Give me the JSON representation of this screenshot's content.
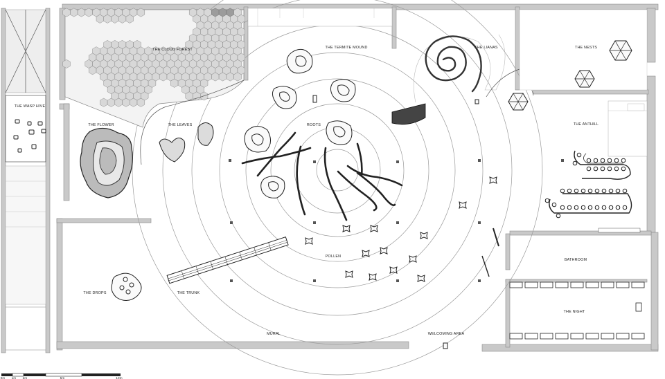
{
  "labels": {
    "wasp_hive": "THE WASP HIVE",
    "cloud_forest": "THE CLOUD FOREST",
    "termite_mound": "THE TERMITE MOUND",
    "lianas": "THE LIANAS",
    "nests": "THE NESTS",
    "flower": "THE FLOWER",
    "leaves": "THE LEAVES",
    "roots": "ROOTS",
    "anthill": "THE ANTHILL",
    "pollen": "POLLEN",
    "bathroom": "BATHROOM",
    "drops": "THE DROPS",
    "trunk": "THE TRUNK",
    "night": "THE NIGHT",
    "mural": "MURAL",
    "welcoming_area": "WELCOMING AREA"
  },
  "scale_bar": {
    "labels": [
      "0m",
      "1m",
      "2m",
      "5m",
      "10m"
    ]
  }
}
